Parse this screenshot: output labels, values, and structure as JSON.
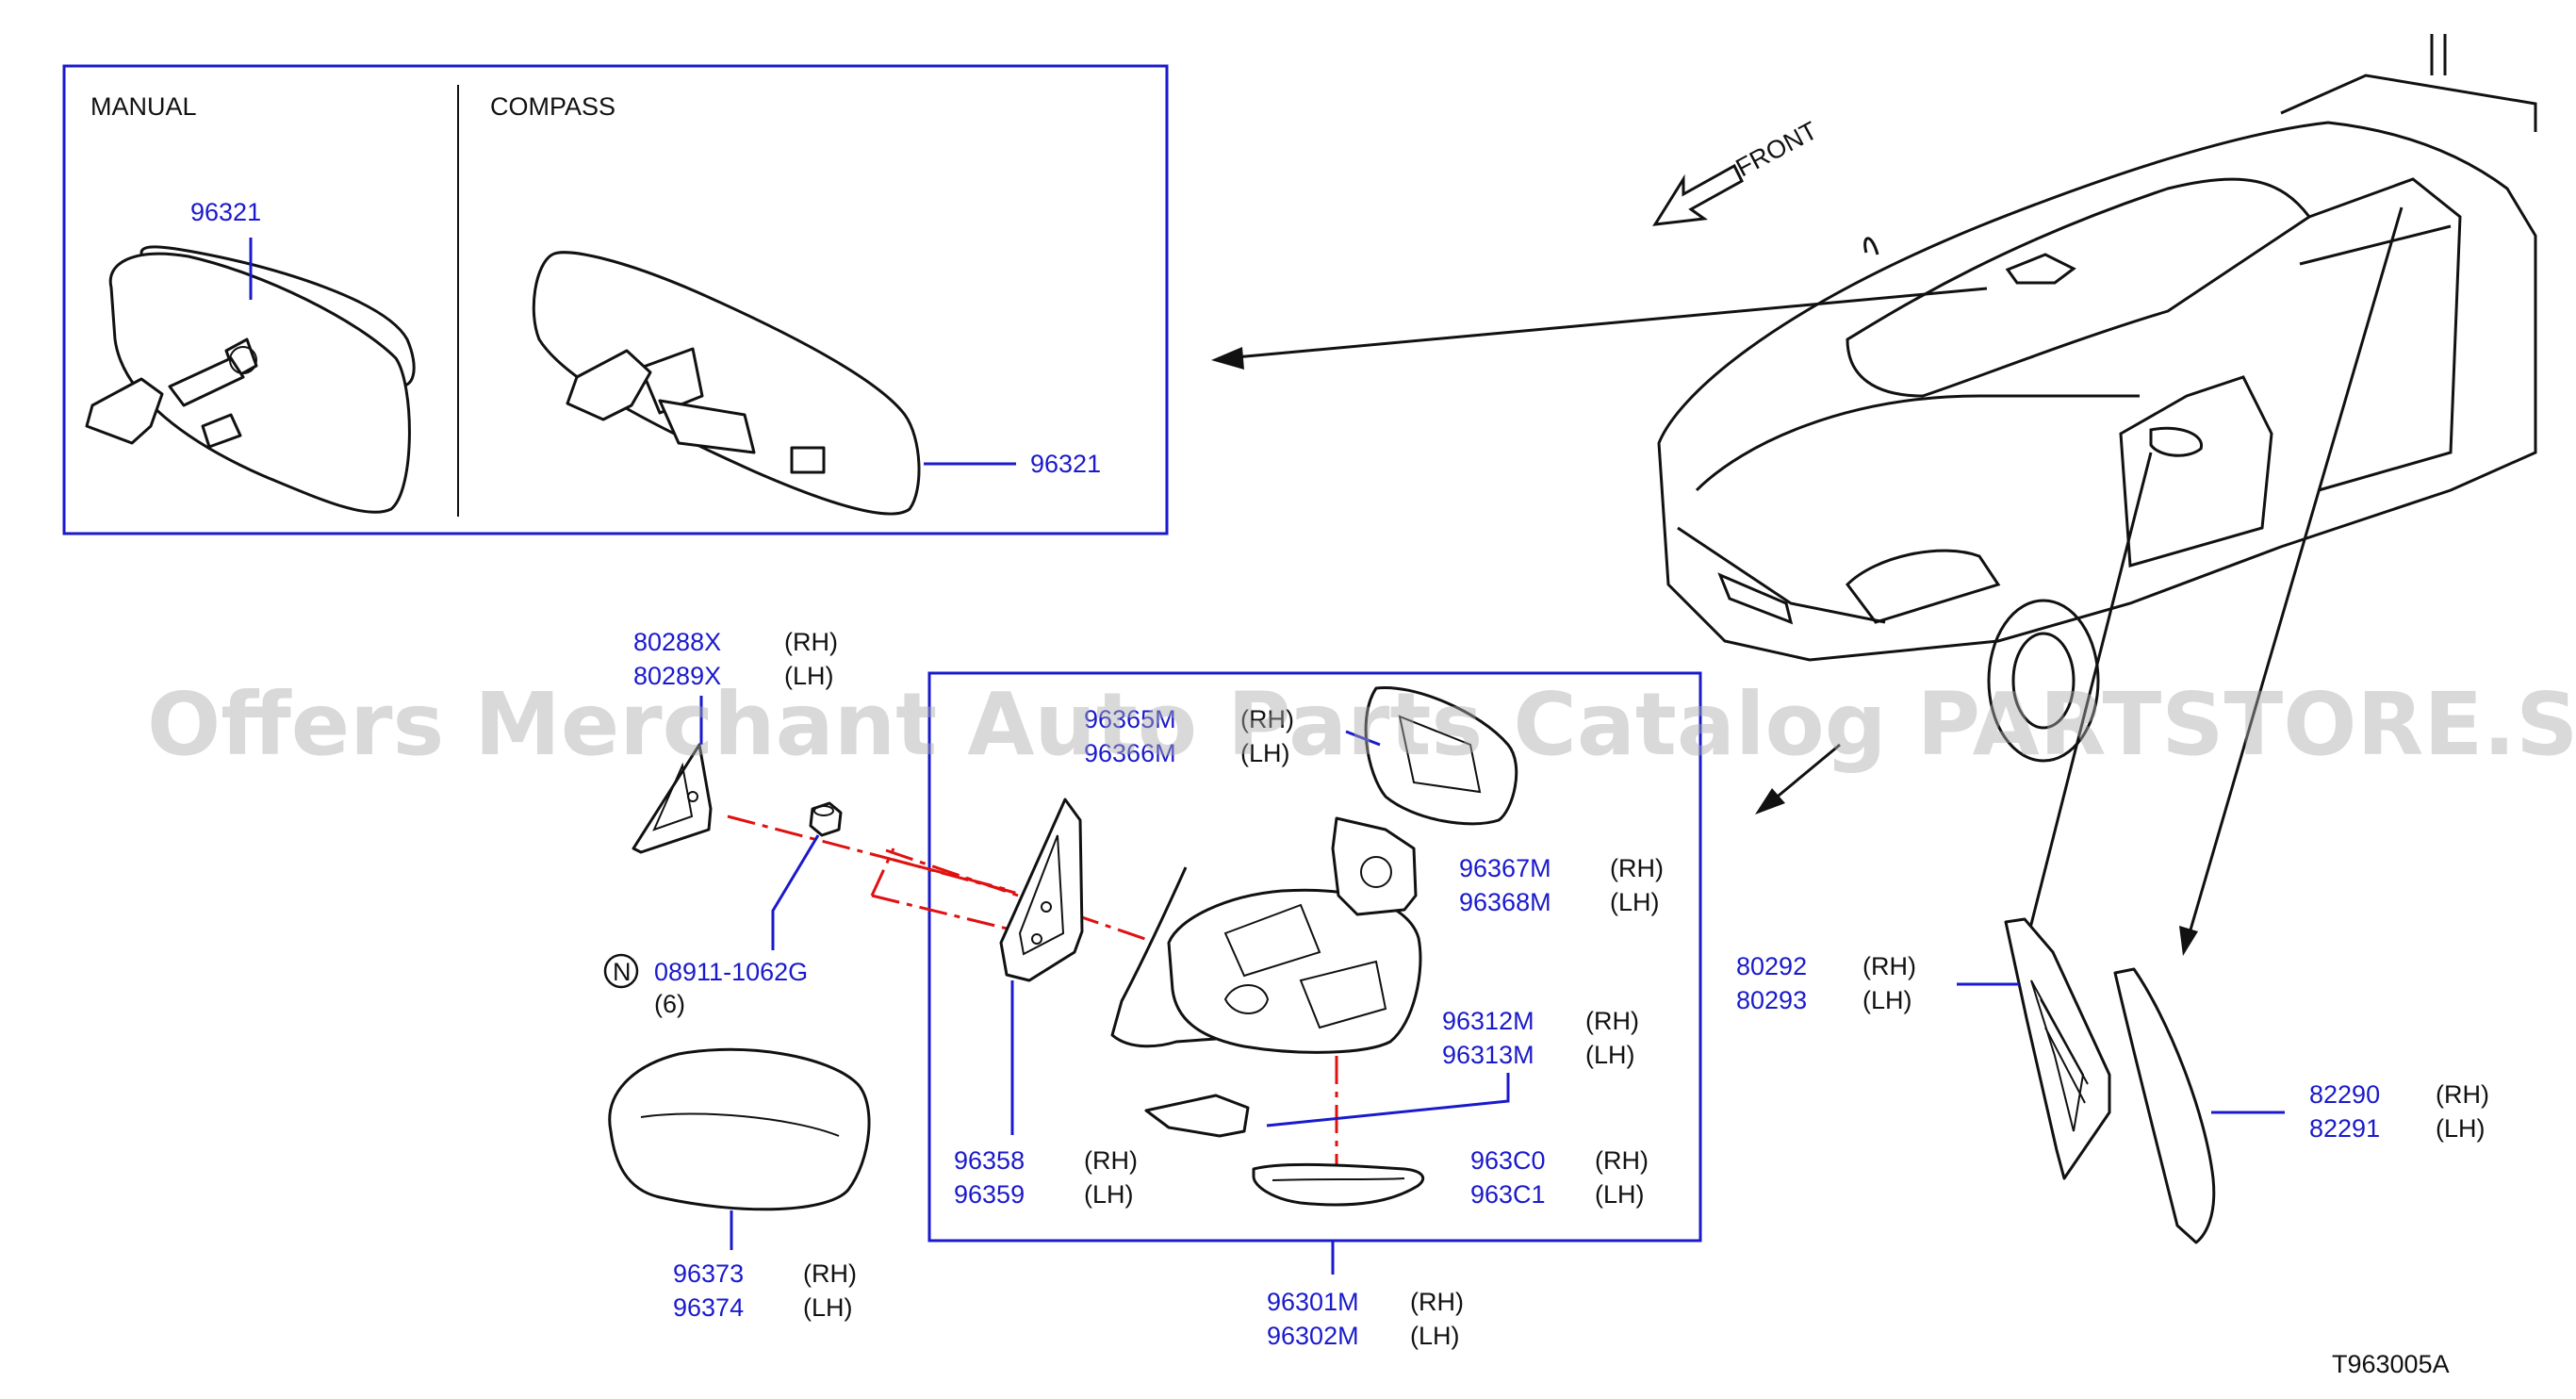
{
  "diagram": {
    "inset": {
      "manual_title": "MANUAL",
      "compass_title": "COMPASS"
    },
    "front_label": "FRONT",
    "watermark": "Offers Merchant Auto Parts Catalog PARTSTORE.SA",
    "figure_code": "T963005A",
    "parts": {
      "mirror_manual": {
        "number": "96321"
      },
      "mirror_compass": {
        "number": "96321"
      },
      "triangle_cover": {
        "rh": "80288X",
        "lh": "80289X",
        "rh_tag": "(RH)",
        "lh_tag": "(LH)"
      },
      "nut": {
        "symbol": "N",
        "number": "08911-1062G",
        "qty": "(6)"
      },
      "mirror_cap": {
        "rh": "96373",
        "lh": "96374",
        "rh_tag": "(RH)",
        "lh_tag": "(LH)"
      },
      "base_gasket": {
        "rh": "96358",
        "lh": "96359",
        "rh_tag": "(RH)",
        "lh_tag": "(LH)"
      },
      "mirror_glass": {
        "rh": "96365M",
        "lh": "96366M",
        "rh_tag": "(RH)",
        "lh_tag": "(LH)"
      },
      "actuator": {
        "rh": "96367M",
        "lh": "96368M",
        "rh_tag": "(RH)",
        "lh_tag": "(LH)"
      },
      "mirror_body": {
        "rh": "96312M",
        "lh": "96313M",
        "rh_tag": "(RH)",
        "lh_tag": "(LH)"
      },
      "turn_lamp": {
        "rh": "963C0",
        "lh": "963C1",
        "rh_tag": "(RH)",
        "lh_tag": "(LH)"
      },
      "mirror_assy": {
        "rh": "96301M",
        "lh": "96302M",
        "rh_tag": "(RH)",
        "lh_tag": "(LH)"
      },
      "corner_finisher": {
        "rh": "80292",
        "lh": "80293",
        "rh_tag": "(RH)",
        "lh_tag": "(LH)"
      },
      "pillar_garnish": {
        "rh": "82290",
        "lh": "82291",
        "rh_tag": "(RH)",
        "lh_tag": "(LH)"
      }
    }
  }
}
